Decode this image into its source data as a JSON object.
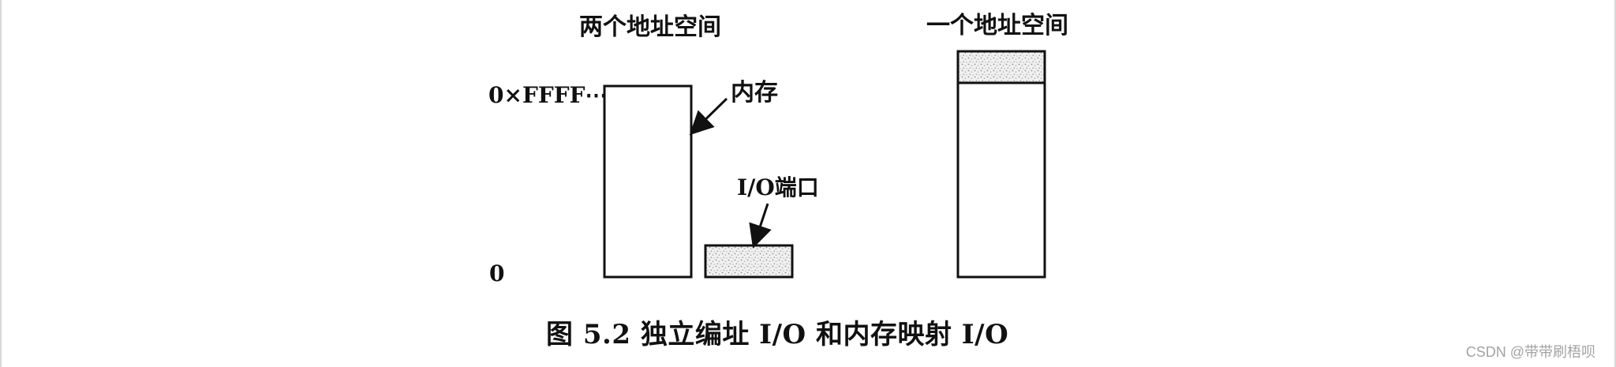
{
  "diagram": {
    "left_title": "两个地址空间",
    "right_title": "一个地址空间",
    "address_top": "0×FFFF⋯",
    "address_zero": "0",
    "memory_label": "内存",
    "io_label": "I/O端口",
    "caption": "图 5.2   独立编址 I/O 和内存映射 I/O"
  },
  "watermark": {
    "text": "CSDN @带带刷梧呗"
  }
}
